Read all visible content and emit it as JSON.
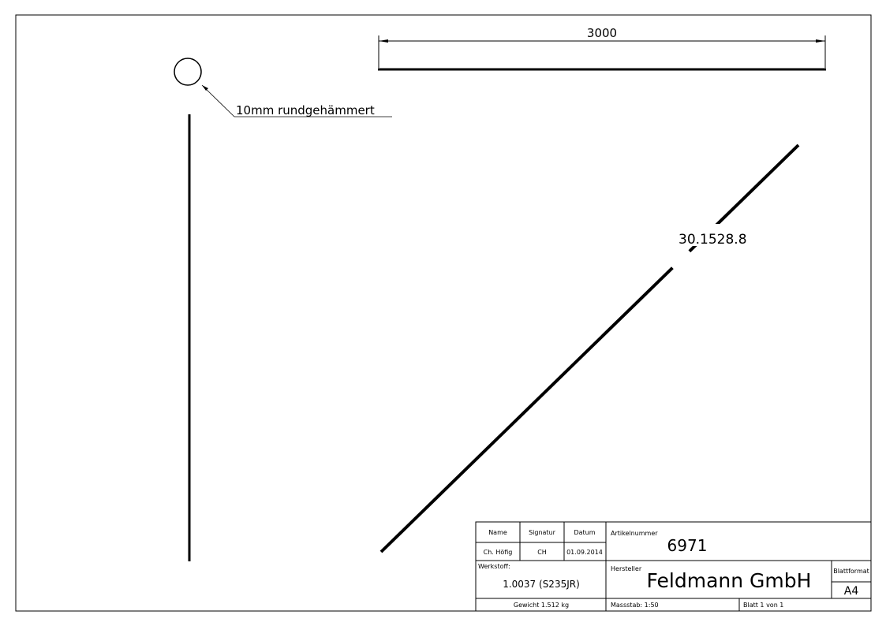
{
  "drawing": {
    "dimension_length": "3000",
    "section_note": "10mm rundgehämmert",
    "angle_label": "30.1528.8"
  },
  "title_block": {
    "headers": {
      "name": "Name",
      "signature": "Signatur",
      "date": "Datum"
    },
    "values": {
      "name": "Ch. Höfig",
      "signature": "CH",
      "date": "01.09.2014"
    },
    "article_label": "Artikelnummer",
    "article_number": "6971",
    "material_label": "Werkstoff:",
    "material": "1.0037 (S235JR)",
    "manufacturer_label": "Hersteller",
    "manufacturer": "Feldmann GmbH",
    "format_label": "Blattformat",
    "format": "A4",
    "weight": "Gewicht 1.512 kg",
    "scale": "Massstab: 1:50",
    "sheet": "Blatt 1 von 1"
  }
}
